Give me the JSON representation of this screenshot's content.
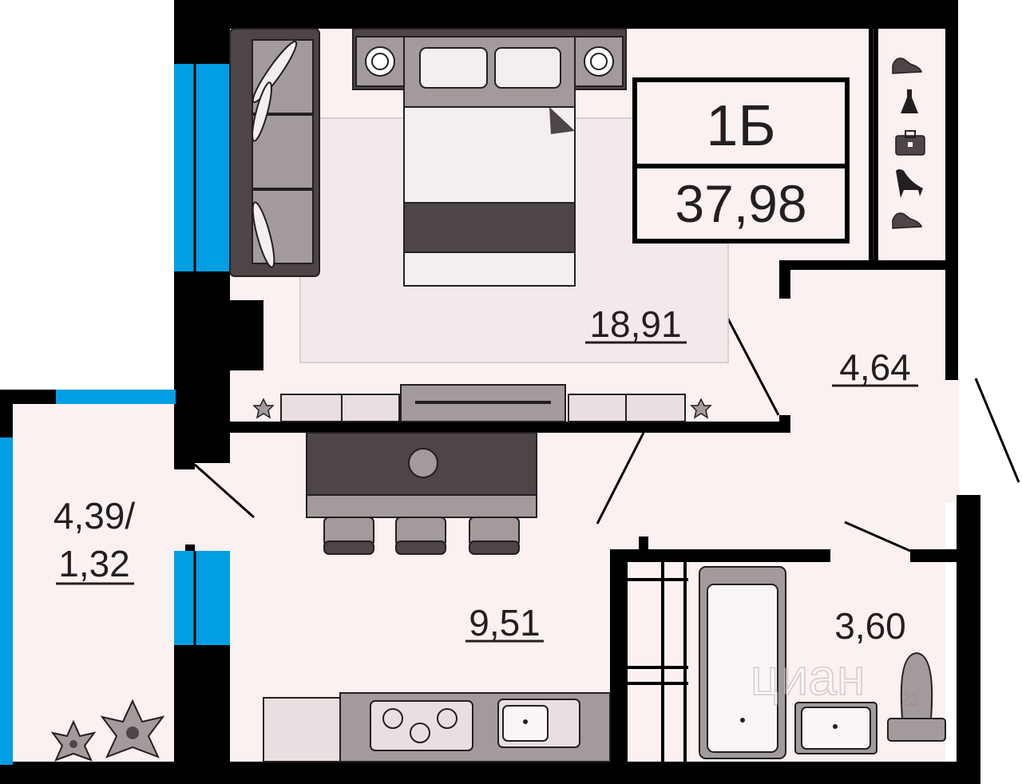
{
  "plan": {
    "apartment_type": "1Б",
    "total_area": "37,98",
    "rooms": {
      "bedroom_area": "18,91",
      "hall_area": "4,64",
      "balcony_area_line1": "4,39/",
      "balcony_area_line2": "1,32",
      "kitchen_area": "9,51",
      "bathroom_area": "3,60"
    },
    "watermark": "циан",
    "watermark_number": "23",
    "colors": {
      "walls": "#000000",
      "floor": "#fbf1f1",
      "windows": "#009fe3",
      "furniture_dark": "#4d4546",
      "furniture_mid": "#a39b9b"
    },
    "icons": [
      "sneaker-icon",
      "dress-icon",
      "briefcase-icon",
      "high-heel-icon",
      "sneaker-icon",
      "flower-icon",
      "plant-icon"
    ]
  }
}
